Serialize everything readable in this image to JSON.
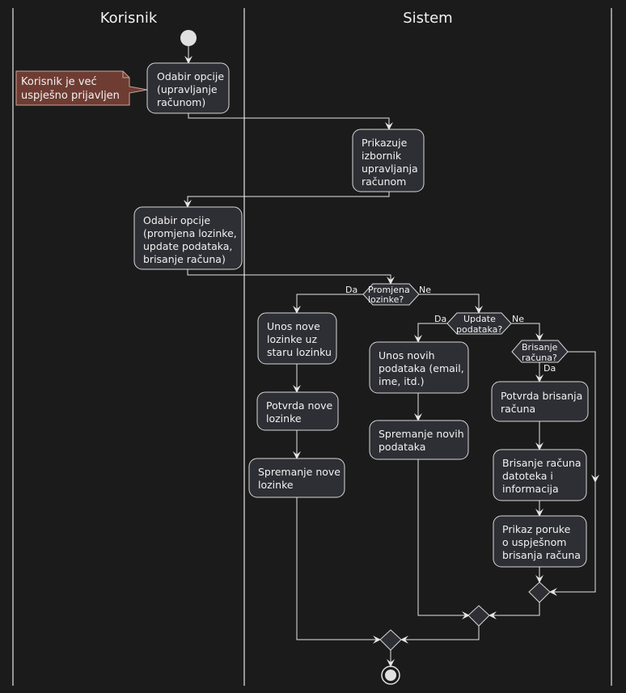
{
  "lanes": {
    "user": "Korisnik",
    "system": "Sistem"
  },
  "note": {
    "lines": [
      "Korisnik je već",
      "uspješno prijavljen"
    ],
    "color": "#6e3c32"
  },
  "activities": {
    "select_account_mgmt": [
      "Odabir opcije",
      "(upravljanje",
      "računom)"
    ],
    "show_menu": [
      "Prikazuje",
      "izbornik",
      "upravljanja",
      "računom"
    ],
    "select_option": [
      "Odabir opcije",
      "(promjena lozinke,",
      "update podataka,",
      "brisanje računa)"
    ],
    "enter_new_password": [
      "Unos nove",
      "lozinke uz",
      "staru lozinku"
    ],
    "confirm_password": [
      "Potvrda nove",
      "lozinke"
    ],
    "save_password": [
      "Spremanje nove",
      "lozinke"
    ],
    "enter_new_data": [
      "Unos novih",
      "podataka (email,",
      "ime, itd.)"
    ],
    "save_data": [
      "Spremanje novih",
      "podataka"
    ],
    "confirm_delete": [
      "Potvrda brisanja",
      "računa"
    ],
    "delete_account": [
      "Brisanje računa",
      "datoteka i",
      "informacija"
    ],
    "show_delete_message": [
      "Prikaz poruke",
      "o uspješnom",
      "brisanja računa"
    ]
  },
  "decisions": {
    "password_change": [
      "Promjena",
      "lozinke?"
    ],
    "update_data": [
      "Update",
      "podataka?"
    ],
    "delete_account": [
      "Brisanje",
      "računa?"
    ]
  },
  "branch_labels": {
    "yes": "Da",
    "no": "Ne"
  },
  "colors": {
    "background": "#1b1b1b",
    "activity_fill": "#2e2e35",
    "line": "#e6e6e6"
  }
}
